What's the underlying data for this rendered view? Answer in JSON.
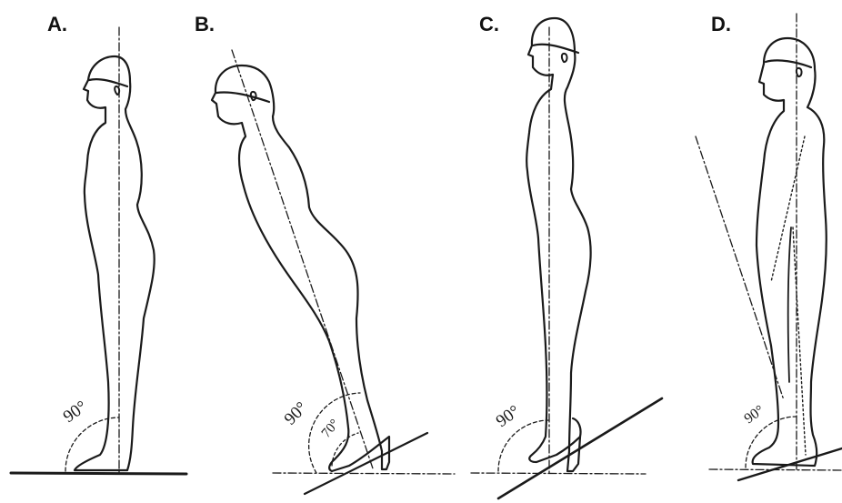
{
  "panels": [
    {
      "label": "A.",
      "angle_label": "90°"
    },
    {
      "label": "B.",
      "angle_label": "90°",
      "inner_angle_label": "70°"
    },
    {
      "label": "C.",
      "angle_label": "90°"
    },
    {
      "label": "D.",
      "angle_label": "90°"
    }
  ],
  "colors": {
    "ink": "#1a1a1a",
    "background": "#ffffff"
  }
}
